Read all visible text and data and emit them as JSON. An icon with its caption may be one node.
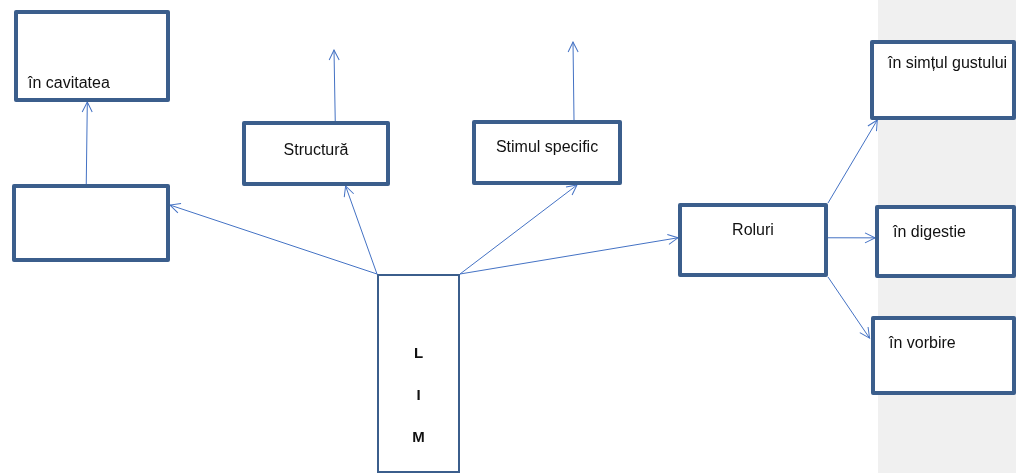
{
  "diagram": {
    "nodes": [
      {
        "text": [
          "în cavitatea"
        ]
      },
      {
        "text": [],
        "shape": "box"
      },
      {
        "text": [
          "Structură"
        ]
      },
      {
        "text": [
          "Stimul specific"
        ]
      },
      {
        "text": [
          "L I M"
        ]
      },
      {
        "text": [
          "Roluri"
        ]
      },
      {
        "text": [
          "în simțul gustului"
        ]
      },
      {
        "text": [
          "în digestie"
        ]
      },
      {
        "text": [
          "în vorbire"
        ]
      }
    ],
    "edges": [
      {
        "from": 1,
        "to": 0,
        "arrow": "to"
      },
      {
        "from": 4,
        "to": 1,
        "arrow": "to"
      },
      {
        "from": 4,
        "to": 2,
        "arrow": "to"
      },
      {
        "from": 4,
        "to": 3,
        "arrow": "to"
      },
      {
        "from": 4,
        "to": 5,
        "arrow": "to"
      },
      {
        "from": 5,
        "to": 6,
        "arrow": "to"
      },
      {
        "from": 5,
        "to": 7,
        "arrow": "to"
      },
      {
        "from": 5,
        "to": 8,
        "arrow": "to"
      },
      {
        "from": 2,
        "to": null,
        "arrow": "to"
      },
      {
        "from": 3,
        "to": null,
        "arrow": "to"
      }
    ]
  }
}
